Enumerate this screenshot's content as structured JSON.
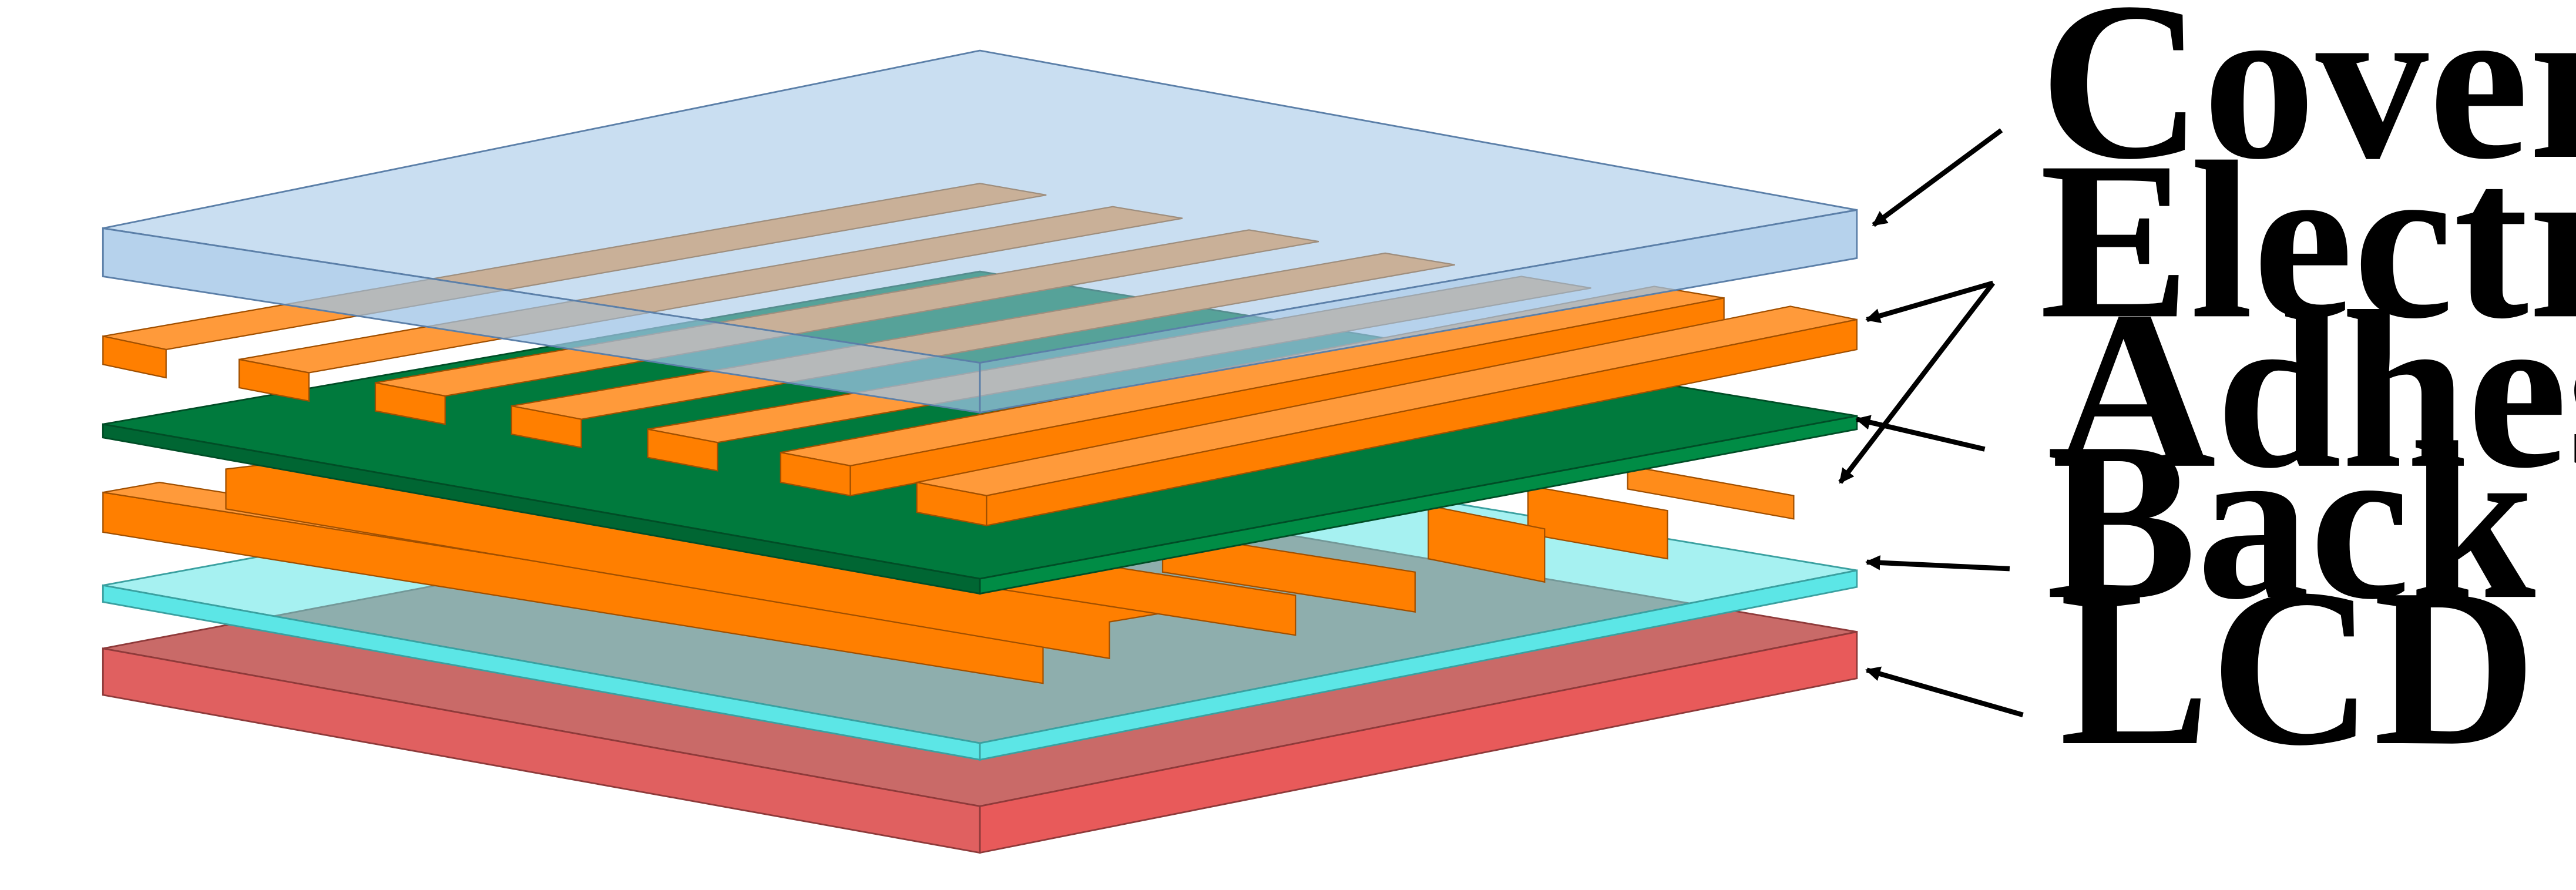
{
  "labels": {
    "cover_lens": "Cover lens",
    "electrodes": "Electrodes",
    "adhesive": "Adhesive",
    "back_panel": "Back panel",
    "lcd": "LCD"
  },
  "colors": {
    "cover_lens": "#9dc3e6",
    "electrodes": "#ff7f00",
    "adhesive": "#007a3d",
    "back_panel": "#5ce6e6",
    "lcd": "#e85a5a",
    "arrows": "#000000"
  }
}
